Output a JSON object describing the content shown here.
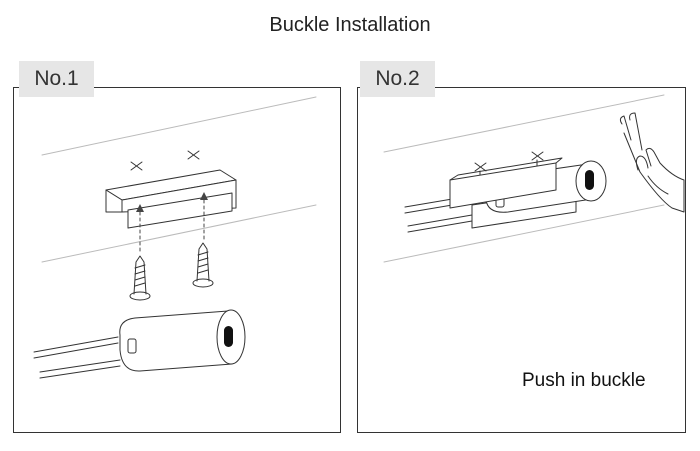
{
  "header": {
    "title": "Buckle Installation"
  },
  "steps": [
    {
      "label": "No.1"
    },
    {
      "label": "No.2",
      "caption": "Push in buckle"
    }
  ],
  "colors": {
    "line": "#333333",
    "tab_bg": "#e6e6e6",
    "rail": "#bbbbbb",
    "arrow": "#444444"
  },
  "icons": {
    "step1": [
      "mounting-bracket-icon",
      "screw-icon",
      "dashed-arrow-icon",
      "buckle-sensor-icon",
      "cable-icon"
    ],
    "step2": [
      "mounting-bracket-icon",
      "buckle-sensor-icon",
      "cable-icon",
      "hand-icon"
    ]
  }
}
